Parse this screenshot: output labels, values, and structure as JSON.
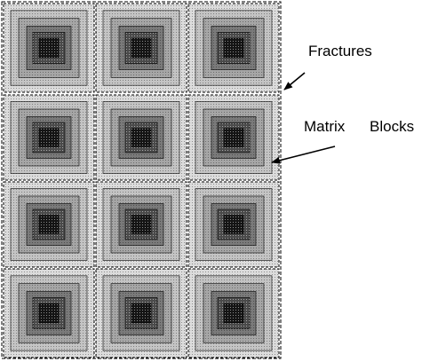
{
  "labels": {
    "fractures": "Fractures",
    "matrix_word": "Matrix",
    "blocks_word": "Blocks"
  },
  "grid": {
    "rows": 4,
    "columns": 3
  },
  "colors": {
    "fracture_stroke": "#000000",
    "block_outer": "#dcdcdc",
    "block_ring_2": "#c4c4c4",
    "block_ring_3": "#a6a6a6",
    "block_ring_4": "#7a7a7a",
    "block_ring_5": "#4a4a4a",
    "block_core": "#141414",
    "arrow": "#000000"
  }
}
